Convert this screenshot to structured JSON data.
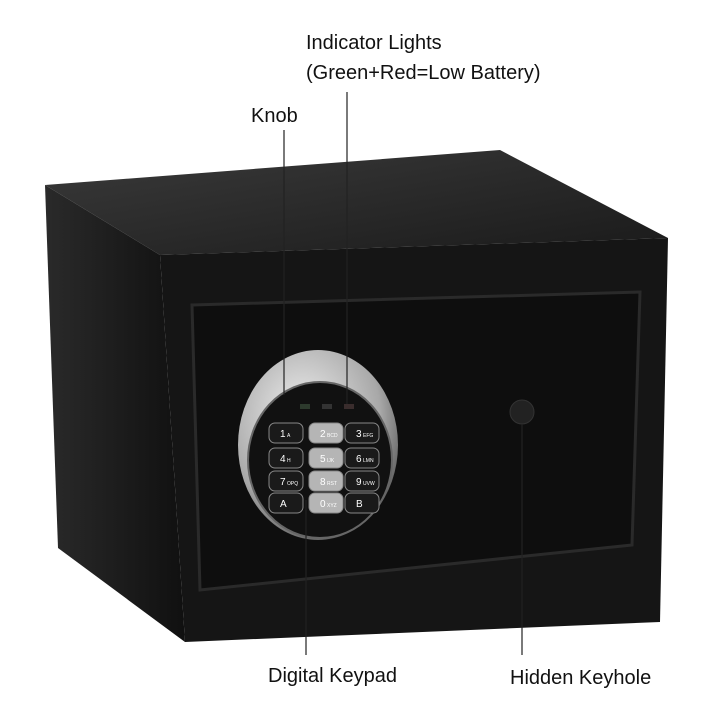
{
  "callouts": {
    "knob": "Knob",
    "indicator_title": "Indicator Lights",
    "indicator_note": "(Green+Red=Low Battery)",
    "keypad": "Digital Keypad",
    "keyhole": "Hidden Keyhole"
  },
  "keypad_keys": [
    {
      "num": "1",
      "sub": "A"
    },
    {
      "num": "2",
      "sub": "BCD"
    },
    {
      "num": "3",
      "sub": "EFG"
    },
    {
      "num": "4",
      "sub": "H"
    },
    {
      "num": "5",
      "sub": "IJK"
    },
    {
      "num": "6",
      "sub": "LMN"
    },
    {
      "num": "7",
      "sub": "OPQ"
    },
    {
      "num": "8",
      "sub": "RST"
    },
    {
      "num": "9",
      "sub": "UVW"
    },
    {
      "num": "A",
      "sub": ""
    },
    {
      "num": "0",
      "sub": "XYZ"
    },
    {
      "num": "B",
      "sub": ""
    }
  ],
  "colors": {
    "safe_body": "#121212",
    "keypad_bezel": "#c8c8c8",
    "key_dark": "#1a1a1a",
    "key_light": "#b5b5b5"
  }
}
